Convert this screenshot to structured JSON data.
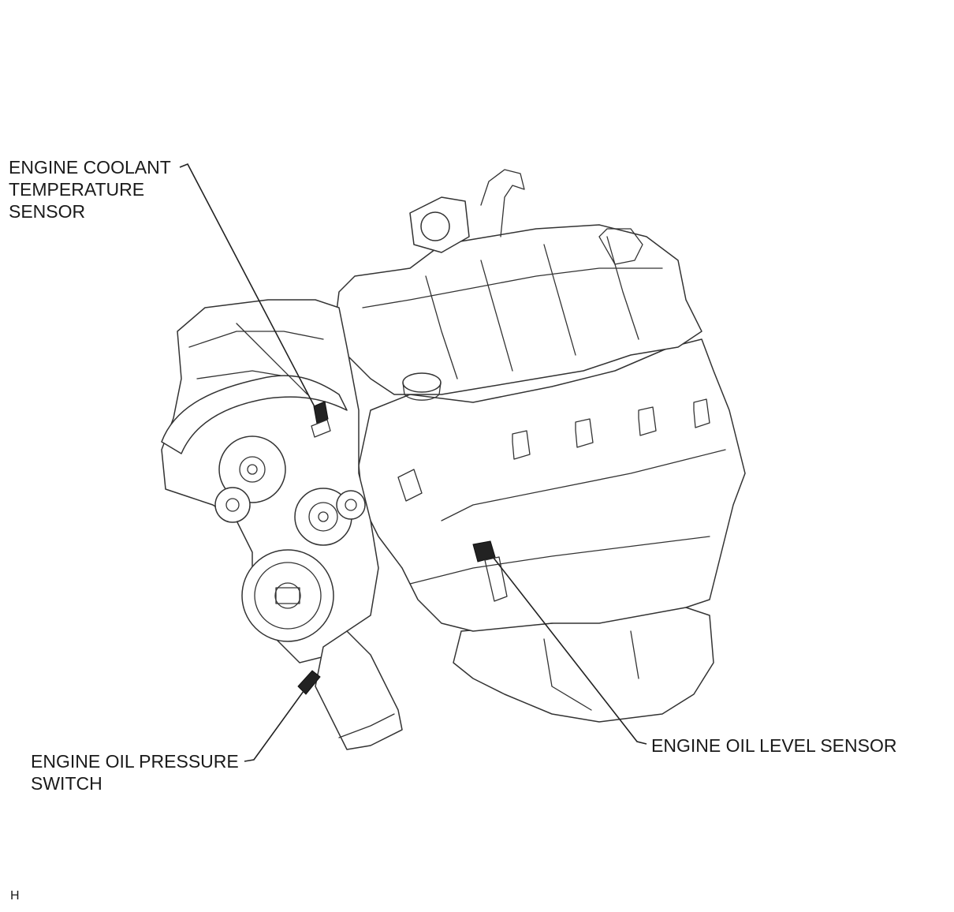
{
  "labels": {
    "coolant_sensor": [
      "ENGINE COOLANT",
      "TEMPERATURE",
      "SENSOR"
    ],
    "oil_pressure_switch": [
      "ENGINE OIL PRESSURE",
      "SWITCH"
    ],
    "oil_level_sensor": [
      "ENGINE OIL LEVEL SENSOR"
    ]
  },
  "corner_code": "H"
}
